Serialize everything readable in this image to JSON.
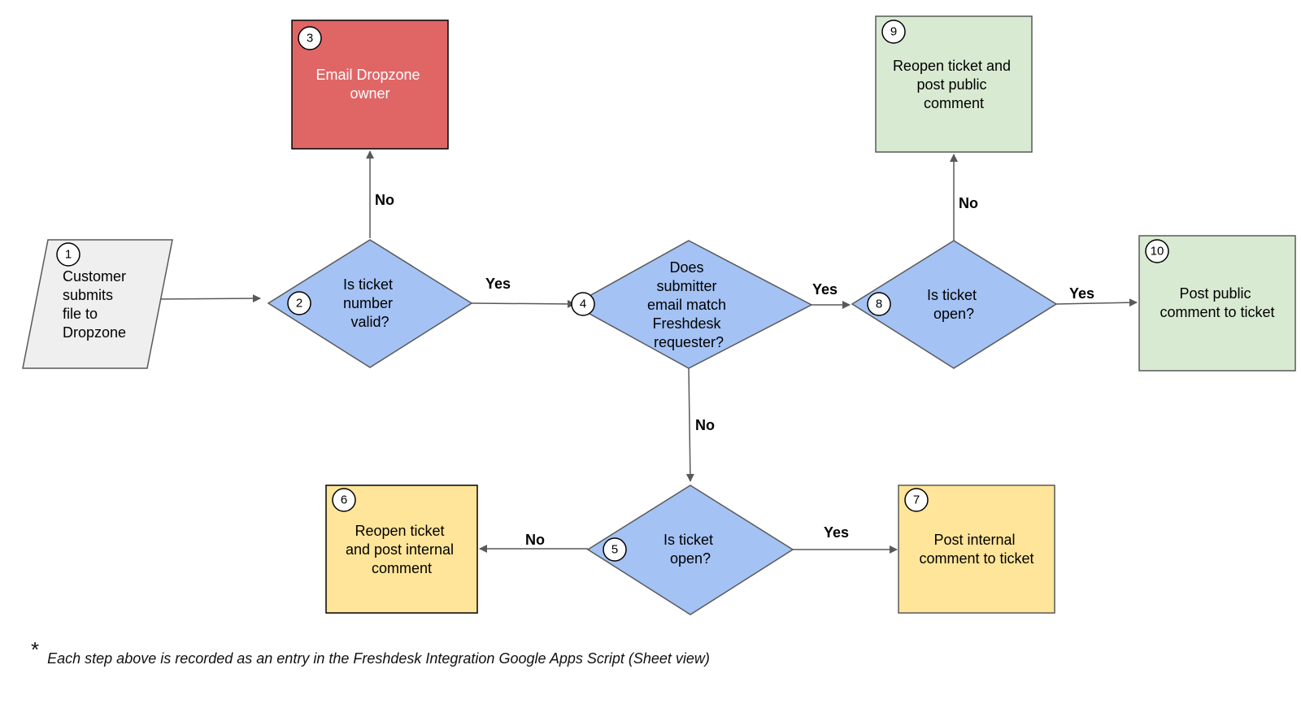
{
  "nodes": {
    "n1": {
      "number": "1",
      "lines": [
        "Customer",
        "submits",
        "file to",
        "Dropzone"
      ]
    },
    "n2": {
      "number": "2",
      "lines": [
        "Is ticket",
        "number",
        "valid?"
      ]
    },
    "n3": {
      "number": "3",
      "lines": [
        "Email Dropzone",
        "owner"
      ]
    },
    "n4": {
      "number": "4",
      "lines": [
        "Does",
        "submitter",
        "email match",
        "Freshdesk",
        "requester?"
      ]
    },
    "n5": {
      "number": "5",
      "lines": [
        "Is ticket",
        "open?"
      ]
    },
    "n6": {
      "number": "6",
      "lines": [
        "Reopen ticket",
        "and post internal",
        "comment"
      ]
    },
    "n7": {
      "number": "7",
      "lines": [
        "Post internal",
        "comment to ticket"
      ]
    },
    "n8": {
      "number": "8",
      "lines": [
        "Is ticket",
        "open?"
      ]
    },
    "n9": {
      "number": "9",
      "lines": [
        "Reopen ticket and",
        "post public",
        "comment"
      ]
    },
    "n10": {
      "number": "10",
      "lines": [
        "Post public",
        "comment to ticket"
      ]
    }
  },
  "edges": {
    "e2_3": "No",
    "e2_4": "Yes",
    "e4_8": "Yes",
    "e4_5": "No",
    "e5_6": "No",
    "e5_7": "Yes",
    "e8_9": "No",
    "e8_10": "Yes"
  },
  "colors": {
    "decision": "#a4c2f4",
    "email": "#e06666",
    "internal": "#ffe599",
    "public": "#d9ead3",
    "start": "#efefef",
    "stroke": "#595959"
  },
  "footnote": {
    "marker": "*",
    "text": "Each step above is recorded as an entry in the Freshdesk Integration Google Apps Script (Sheet view)"
  }
}
